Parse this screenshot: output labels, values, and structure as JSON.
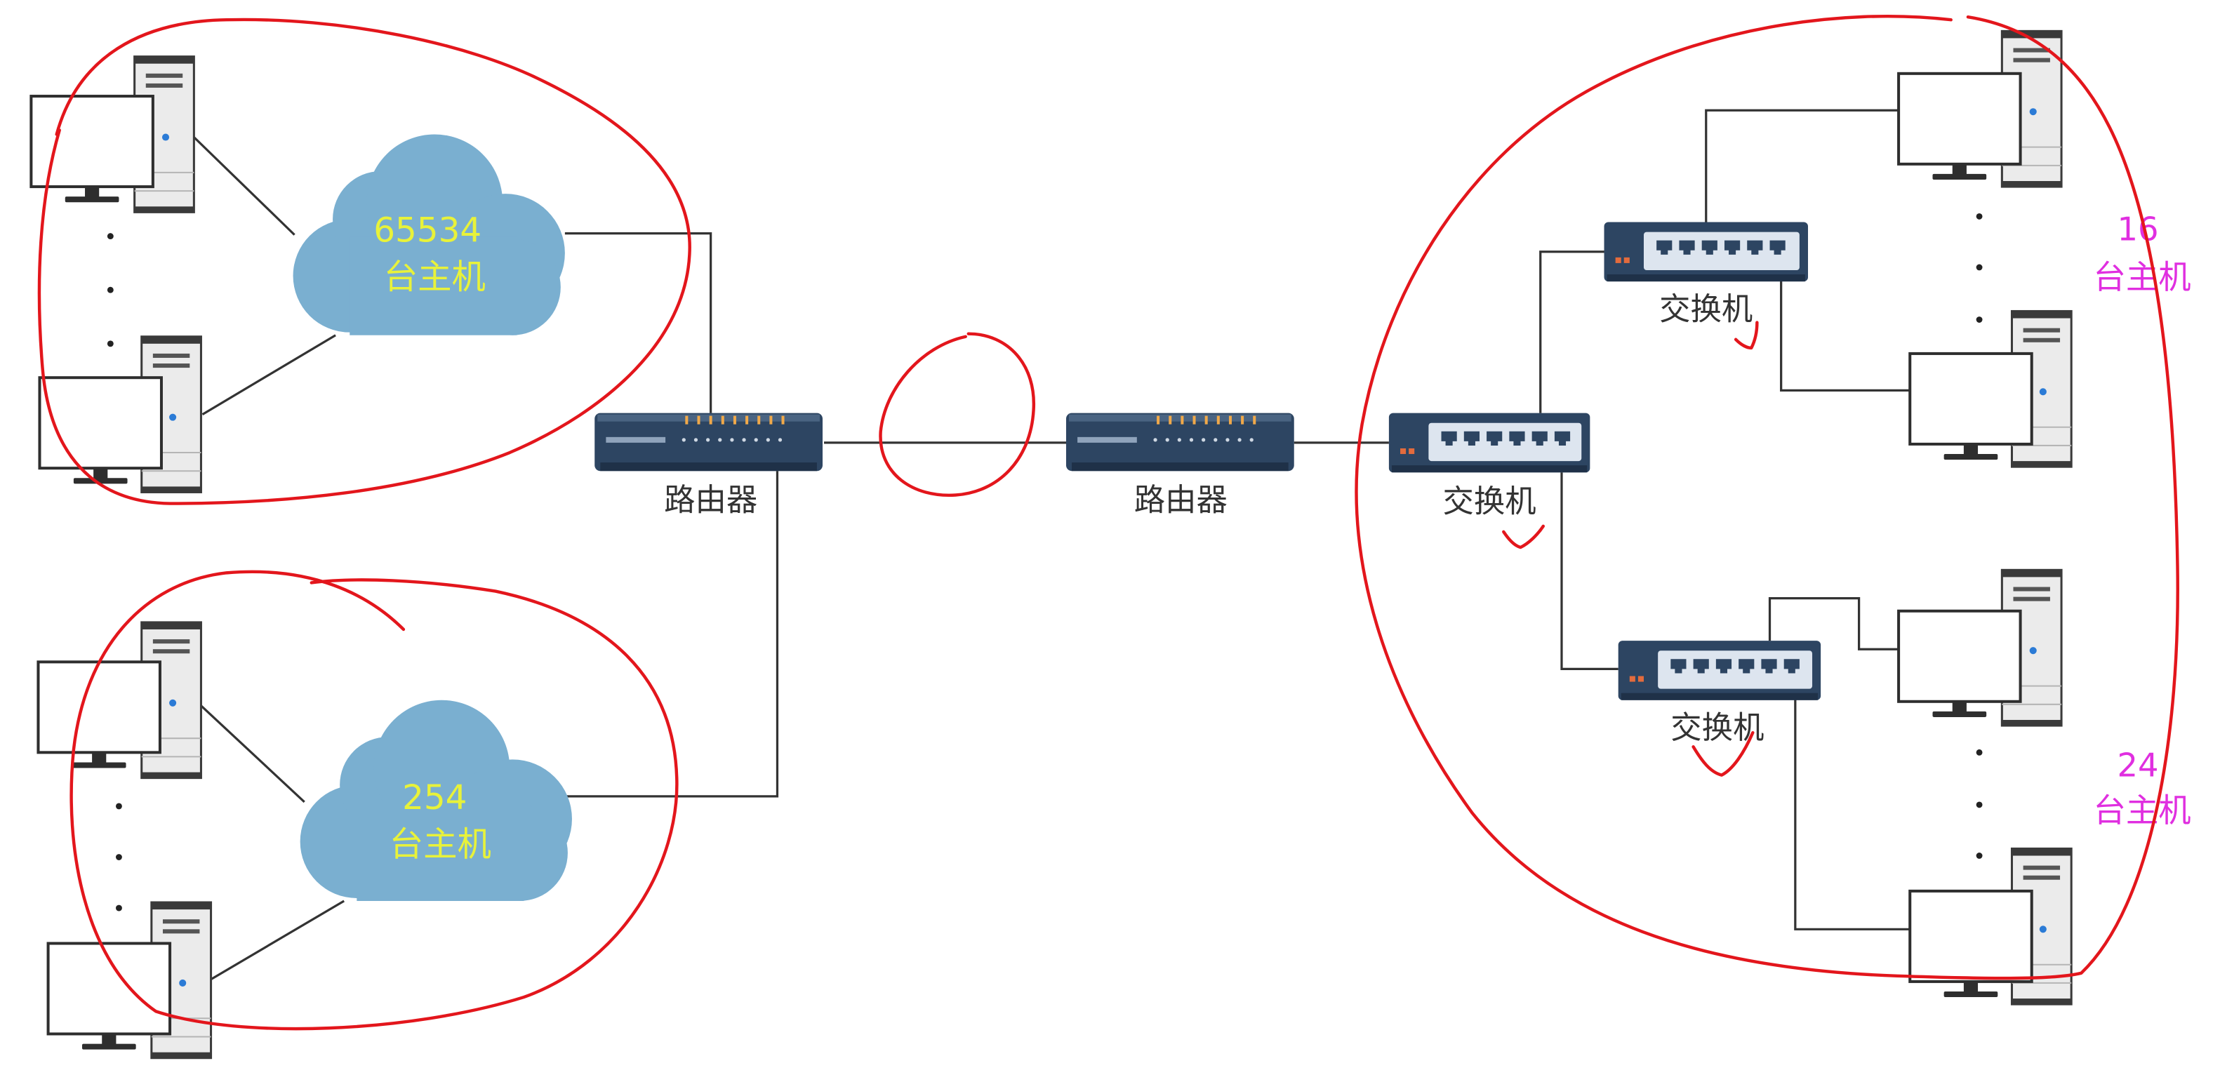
{
  "diagram": {
    "routers": [
      {
        "label": "路由器",
        "icon": "router-icon"
      },
      {
        "label": "路由器",
        "icon": "router-icon"
      }
    ],
    "switches": [
      {
        "label": "交换机",
        "icon": "switch-icon"
      },
      {
        "label": "交换机",
        "icon": "switch-icon"
      },
      {
        "label": "交换机",
        "icon": "switch-icon"
      }
    ],
    "clouds": [
      {
        "count": "65534",
        "unit": "台主机",
        "icon": "cloud-icon"
      },
      {
        "count": "254",
        "unit": "台主机",
        "icon": "cloud-icon"
      }
    ],
    "host_groups": [
      {
        "count": "16",
        "unit": "台主机"
      },
      {
        "count": "24",
        "unit": "台主机"
      }
    ],
    "host_icon": "computer-icon"
  },
  "colors": {
    "annotation": "#e3161c",
    "cloud": "#7aafd0",
    "cloud_text": "#e8f23a",
    "host_count_text": "#e02fe0",
    "device": "#2d4562",
    "link": "#333333"
  }
}
